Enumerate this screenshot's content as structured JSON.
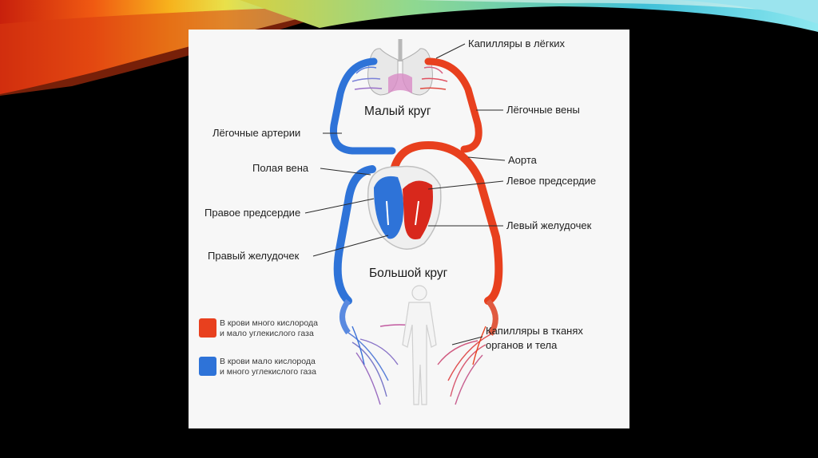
{
  "colors": {
    "oxygen_rich": "#e8401e",
    "oxygen_poor": "#2e73d8",
    "capillary": "#c25aa0"
  },
  "labels": {
    "lung_capillaries": "Капилляры в лёгких",
    "small_circle": "Малый круг",
    "pulmonary_veins": "Лёгочные вены",
    "pulmonary_arteries": "Лёгочные артерии",
    "aorta": "Аорта",
    "vena_cava": "Полая вена",
    "left_atrium": "Левое предсердие",
    "right_atrium": "Правое предсердие",
    "left_ventricle": "Левый желудочек",
    "right_ventricle": "Правый желудочек",
    "big_circle": "Большой круг",
    "tissue_capillaries_line1": "Капилляры в тканях",
    "tissue_capillaries_line2": "органов и тела"
  },
  "legend": {
    "rich_line1": "В крови много кислорода",
    "rich_line2": "и мало углекислого газа",
    "poor_line1": "В крови мало кислорода",
    "poor_line2": "и много углекислого газа"
  }
}
